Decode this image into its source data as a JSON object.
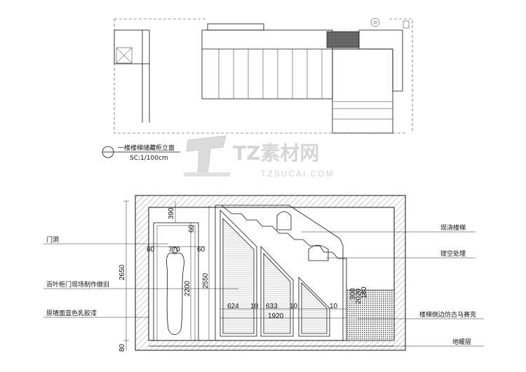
{
  "plan": {
    "title": "一楼楼梯储藏柜立面",
    "scale": "SC:1/100cm"
  },
  "watermark": {
    "brand": "TZ素材网",
    "url": "TZSUCAI.COM"
  },
  "elevation": {
    "labels_left": [
      "门洞",
      "百叶柜门现场制作做旧",
      "原墙面蓝色乳胶漆"
    ],
    "labels_right": [
      "现浇楼梯",
      "镂空处理",
      "楼梯侧边仿古马赛克",
      "地暖层"
    ],
    "dims": {
      "left_total": "2650",
      "left_bottom": "80",
      "door_top": "390",
      "door_top_small": "60",
      "door_side_left": "60",
      "door_width": "770",
      "door_side_right": "60",
      "door_height": "2200",
      "cabinet_height": "2550",
      "panel1": "624",
      "gap1": "10",
      "panel2": "633",
      "gap2": "10",
      "gap3": "10",
      "cabinet_total": "1920",
      "mosaic_a": "300",
      "mosaic_b": "2020",
      "mosaic_c": "180"
    }
  }
}
